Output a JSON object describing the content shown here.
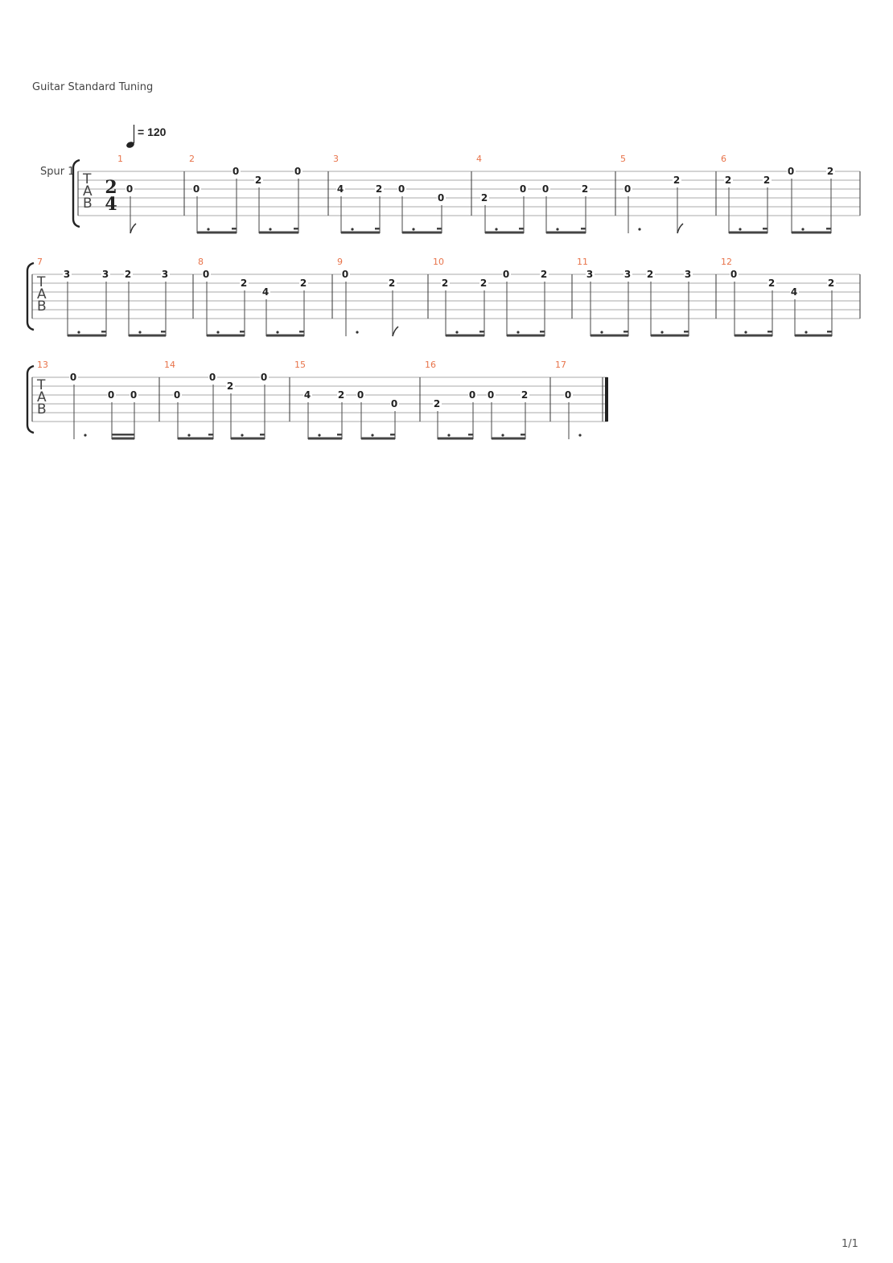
{
  "header": {
    "tuning": "Guitar Standard Tuning",
    "tempo_value": "= 120",
    "track_name": "Spur 1",
    "time_signature": {
      "top": "2",
      "bottom": "4"
    },
    "tab_letters": [
      "T",
      "A",
      "B"
    ]
  },
  "colors": {
    "measure_number": "#e8734a",
    "staff_line": "#aaaaaa",
    "fret_text": "#222222",
    "stem": "#555555"
  },
  "page_number": "1/1",
  "measures": [
    {
      "number": "1",
      "notes": [
        {
          "fret": "0",
          "string": 3,
          "dur": "8"
        }
      ]
    },
    {
      "number": "2",
      "notes": [
        {
          "fret": "0",
          "string": 3,
          "dur": "8."
        },
        {
          "fret": "0",
          "string": 1,
          "dur": "16"
        },
        {
          "fret": "2",
          "string": 2,
          "dur": "8."
        },
        {
          "fret": "0",
          "string": 1,
          "dur": "16"
        }
      ]
    },
    {
      "number": "3",
      "notes": [
        {
          "fret": "4",
          "string": 3,
          "dur": "8."
        },
        {
          "fret": "2",
          "string": 3,
          "dur": "16"
        },
        {
          "fret": "0",
          "string": 3,
          "dur": "8."
        },
        {
          "fret": "0",
          "string": 4,
          "dur": "16"
        }
      ]
    },
    {
      "number": "4",
      "notes": [
        {
          "fret": "2",
          "string": 4,
          "dur": "8."
        },
        {
          "fret": "0",
          "string": 3,
          "dur": "16"
        },
        {
          "fret": "0",
          "string": 3,
          "dur": "8."
        },
        {
          "fret": "2",
          "string": 3,
          "dur": "16"
        }
      ]
    },
    {
      "number": "5",
      "notes": [
        {
          "fret": "0",
          "string": 3,
          "dur": "4."
        },
        {
          "fret": "2",
          "string": 2,
          "dur": "8"
        }
      ]
    },
    {
      "number": "6",
      "notes": [
        {
          "fret": "2",
          "string": 2,
          "dur": "8."
        },
        {
          "fret": "2",
          "string": 2,
          "dur": "16"
        },
        {
          "fret": "0",
          "string": 1,
          "dur": "8."
        },
        {
          "fret": "2",
          "string": 1,
          "dur": "16"
        }
      ]
    },
    {
      "number": "7",
      "notes": [
        {
          "fret": "3",
          "string": 1,
          "dur": "8."
        },
        {
          "fret": "3",
          "string": 1,
          "dur": "16"
        },
        {
          "fret": "2",
          "string": 1,
          "dur": "8."
        },
        {
          "fret": "3",
          "string": 1,
          "dur": "16"
        }
      ]
    },
    {
      "number": "8",
      "notes": [
        {
          "fret": "0",
          "string": 1,
          "dur": "8."
        },
        {
          "fret": "2",
          "string": 2,
          "dur": "16"
        },
        {
          "fret": "4",
          "string": 3,
          "dur": "8."
        },
        {
          "fret": "2",
          "string": 2,
          "dur": "16"
        }
      ]
    },
    {
      "number": "9",
      "notes": [
        {
          "fret": "0",
          "string": 1,
          "dur": "4."
        },
        {
          "fret": "2",
          "string": 2,
          "dur": "8"
        }
      ]
    },
    {
      "number": "10",
      "notes": [
        {
          "fret": "2",
          "string": 2,
          "dur": "8."
        },
        {
          "fret": "2",
          "string": 2,
          "dur": "16"
        },
        {
          "fret": "0",
          "string": 1,
          "dur": "8."
        },
        {
          "fret": "2",
          "string": 1,
          "dur": "16"
        }
      ]
    },
    {
      "number": "11",
      "notes": [
        {
          "fret": "3",
          "string": 1,
          "dur": "8."
        },
        {
          "fret": "3",
          "string": 1,
          "dur": "16"
        },
        {
          "fret": "2",
          "string": 1,
          "dur": "8."
        },
        {
          "fret": "3",
          "string": 1,
          "dur": "16"
        }
      ]
    },
    {
      "number": "12",
      "notes": [
        {
          "fret": "0",
          "string": 1,
          "dur": "8."
        },
        {
          "fret": "2",
          "string": 2,
          "dur": "16"
        },
        {
          "fret": "4",
          "string": 3,
          "dur": "8."
        },
        {
          "fret": "2",
          "string": 2,
          "dur": "16"
        }
      ]
    },
    {
      "number": "13",
      "notes": [
        {
          "fret": "0",
          "string": 1,
          "dur": "4."
        },
        {
          "fret": "0",
          "string": 3,
          "dur": "16"
        },
        {
          "fret": "0",
          "string": 3,
          "dur": "16"
        }
      ]
    },
    {
      "number": "14",
      "notes": [
        {
          "fret": "0",
          "string": 3,
          "dur": "8."
        },
        {
          "fret": "0",
          "string": 1,
          "dur": "16"
        },
        {
          "fret": "2",
          "string": 2,
          "dur": "8."
        },
        {
          "fret": "0",
          "string": 1,
          "dur": "16"
        }
      ]
    },
    {
      "number": "15",
      "notes": [
        {
          "fret": "4",
          "string": 3,
          "dur": "8."
        },
        {
          "fret": "2",
          "string": 3,
          "dur": "16"
        },
        {
          "fret": "0",
          "string": 3,
          "dur": "8."
        },
        {
          "fret": "0",
          "string": 4,
          "dur": "16"
        }
      ]
    },
    {
      "number": "16",
      "notes": [
        {
          "fret": "2",
          "string": 4,
          "dur": "8."
        },
        {
          "fret": "0",
          "string": 3,
          "dur": "16"
        },
        {
          "fret": "0",
          "string": 3,
          "dur": "8."
        },
        {
          "fret": "2",
          "string": 3,
          "dur": "16"
        }
      ]
    },
    {
      "number": "17",
      "notes": [
        {
          "fret": "0",
          "string": 3,
          "dur": "4."
        }
      ]
    }
  ]
}
